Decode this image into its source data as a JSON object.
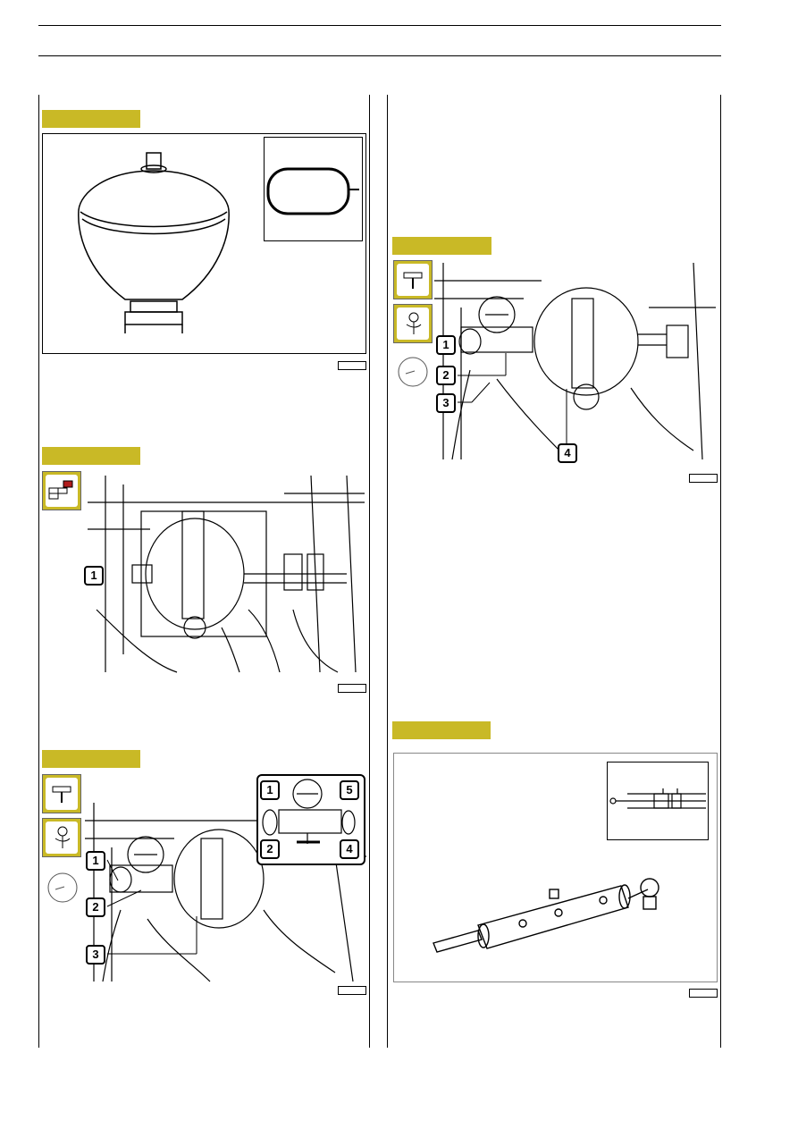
{
  "colors": {
    "tag": "#c9b926",
    "line": "#000000"
  },
  "figures": [
    {
      "id": "accumulator-view",
      "icons": [],
      "callouts": []
    },
    {
      "id": "accumulator-removal",
      "icons": [
        "disassembly-icon"
      ],
      "callouts": [
        "1"
      ]
    },
    {
      "id": "pressure-check-setup",
      "icons": [
        "tool-icon",
        "wrench-icon",
        "gauge-icon"
      ],
      "callouts": [
        "1",
        "2",
        "3",
        "4",
        "5"
      ]
    },
    {
      "id": "pressure-check-installed",
      "icons": [
        "tool-icon",
        "wrench-icon",
        "gauge-icon"
      ],
      "callouts": [
        "1",
        "2",
        "3",
        "4"
      ]
    },
    {
      "id": "steering-cylinder",
      "icons": [],
      "callouts": []
    }
  ]
}
